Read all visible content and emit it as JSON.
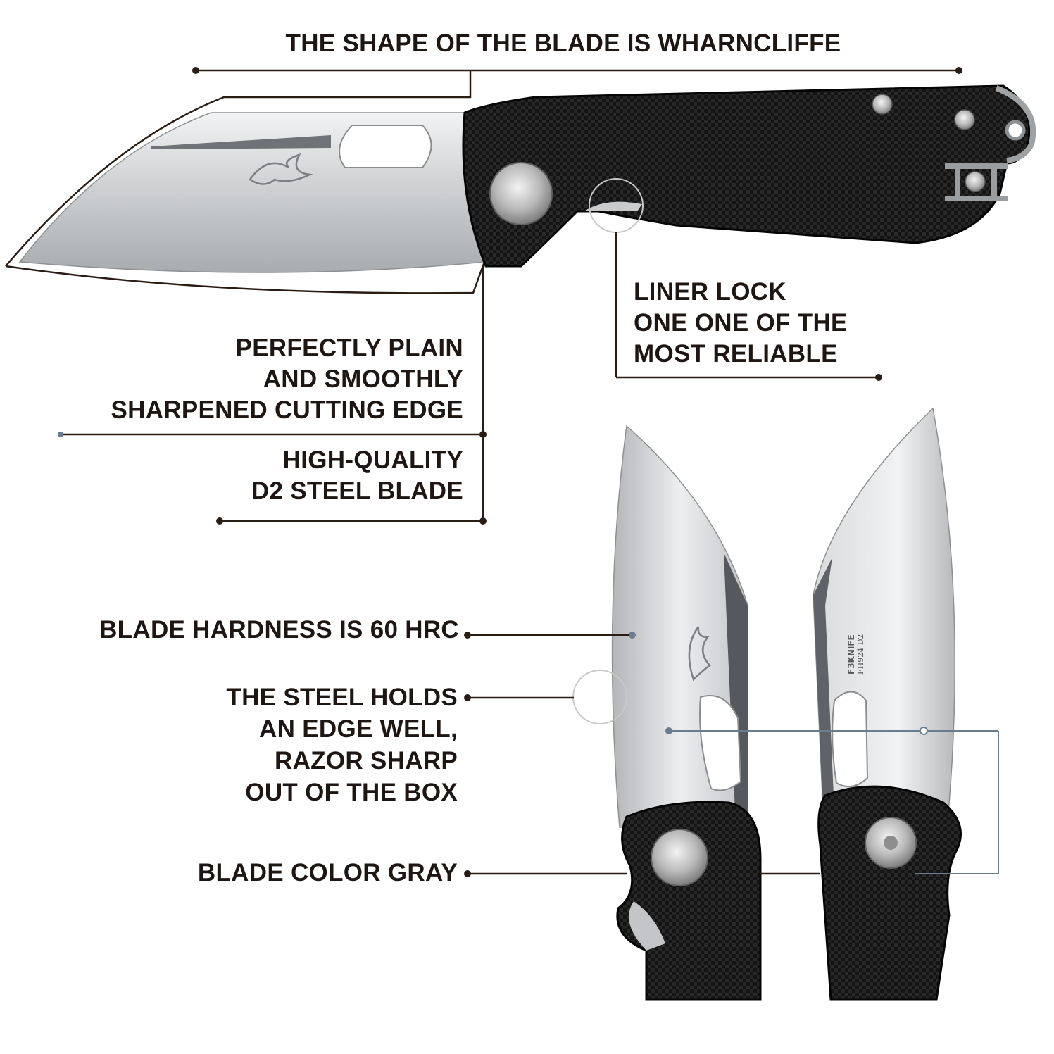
{
  "annotations": {
    "blade_shape": "THE SHAPE OF THE BLADE IS WHARNCLIFFE",
    "liner_lock": [
      "LINER LOCK",
      "ONE ONE OF THE",
      "MOST RELIABLE"
    ],
    "cutting_edge": [
      "PERFECTLY PLAIN",
      "AND SMOOTHLY",
      "SHARPENED CUTTING EDGE"
    ],
    "steel_blade": [
      "HIGH-QUALITY",
      "D2 STEEL BLADE"
    ],
    "hardness": "BLADE HARDNESS IS 60 HRC",
    "edge_retention": [
      "THE STEEL HOLDS",
      "AN EDGE WELL,",
      "RAZOR SHARP",
      "OUT OF THE BOX"
    ],
    "blade_color": "BLADE COLOR GRAY"
  },
  "blade_stamp": {
    "brand": "F3KNIFE",
    "model": "FH924  D2"
  },
  "colors": {
    "text": "#1e1612",
    "leader_line": "#2a1d16",
    "leader_line_blue": "#6b7c8f",
    "handle": "#151515",
    "steel": "#c9cbcd"
  }
}
